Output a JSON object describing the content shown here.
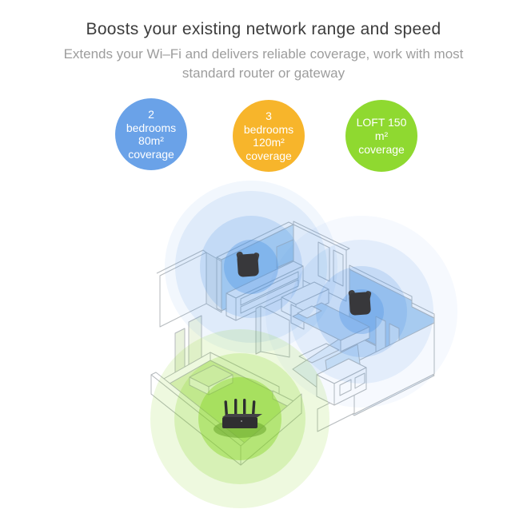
{
  "header": {
    "title": "Boosts your existing network range and speed",
    "subtitle_line1": "Extends your Wi–Fi and delivers reliable coverage, work with most",
    "subtitle_line2": "standard router or gateway"
  },
  "badges": [
    {
      "id": "2-bedrooms",
      "color": "#6AA2E8",
      "lines": [
        "2",
        "bedrooms",
        "80m²",
        "coverage"
      ]
    },
    {
      "id": "3-bedrooms",
      "color": "#F7B52B",
      "lines": [
        "3",
        "bedrooms",
        "120m²",
        "coverage"
      ]
    },
    {
      "id": "loft",
      "color": "#8FD930",
      "lines": [
        "LOFT 150",
        "m²",
        "coverage"
      ]
    }
  ],
  "illustration": {
    "coverage_colors": {
      "extender_blue": "#4A92E6",
      "router_green": "#84D41F"
    },
    "device_color": "#38383B",
    "palette": {
      "wall_blue": "#C9E1F7",
      "partition_blue": "#B9D6F3",
      "loft_green": "#DFF2C2",
      "outline_gray": "#B5BABD"
    },
    "devices": [
      {
        "icon": "wifi-extender-icon",
        "coverage": "blue"
      },
      {
        "icon": "wifi-extender-icon",
        "coverage": "blue"
      },
      {
        "icon": "wifi-router-icon",
        "coverage": "green"
      }
    ]
  }
}
